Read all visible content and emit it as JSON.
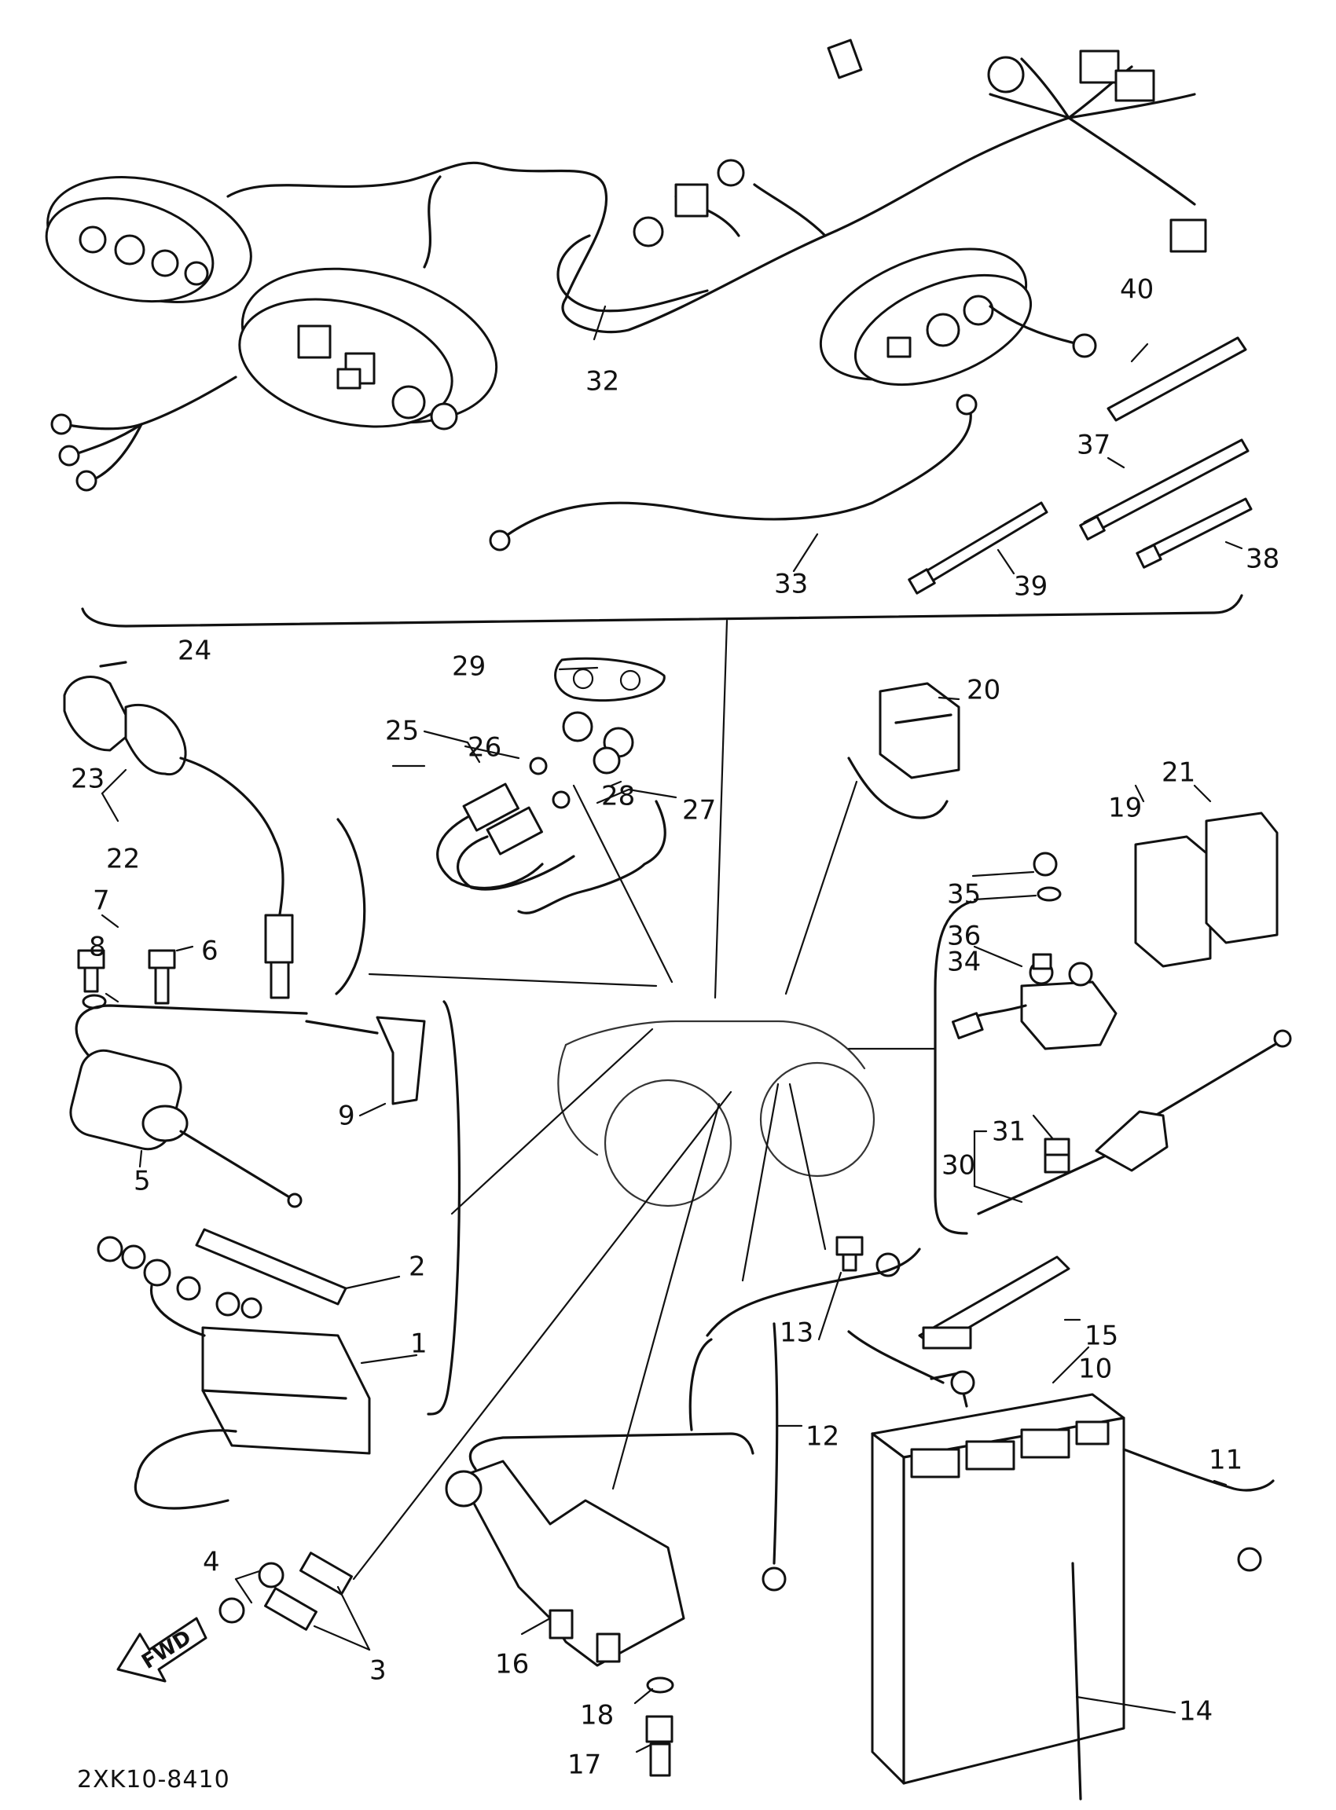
{
  "diagram_code": "2XK10-8410",
  "fwd_label": "FWD",
  "callouts": {
    "c1": "1",
    "c2": "2",
    "c3": "3",
    "c4": "4",
    "c5": "5",
    "c6": "6",
    "c7": "7",
    "c8": "8",
    "c9": "9",
    "c10": "10",
    "c11": "11",
    "c12": "12",
    "c13": "13",
    "c14": "14",
    "c15": "15",
    "c16": "16",
    "c17": "17",
    "c18": "18",
    "c19": "19",
    "c20": "20",
    "c21": "21",
    "c22": "22",
    "c23": "23",
    "c24": "24",
    "c25": "25",
    "c26": "26",
    "c27": "27",
    "c28": "28",
    "c29": "29",
    "c30": "30",
    "c31": "31",
    "c32": "32",
    "c33": "33",
    "c34": "34",
    "c35": "35",
    "c36": "36",
    "c37": "37",
    "c38": "38",
    "c39": "39",
    "c40": "40"
  }
}
